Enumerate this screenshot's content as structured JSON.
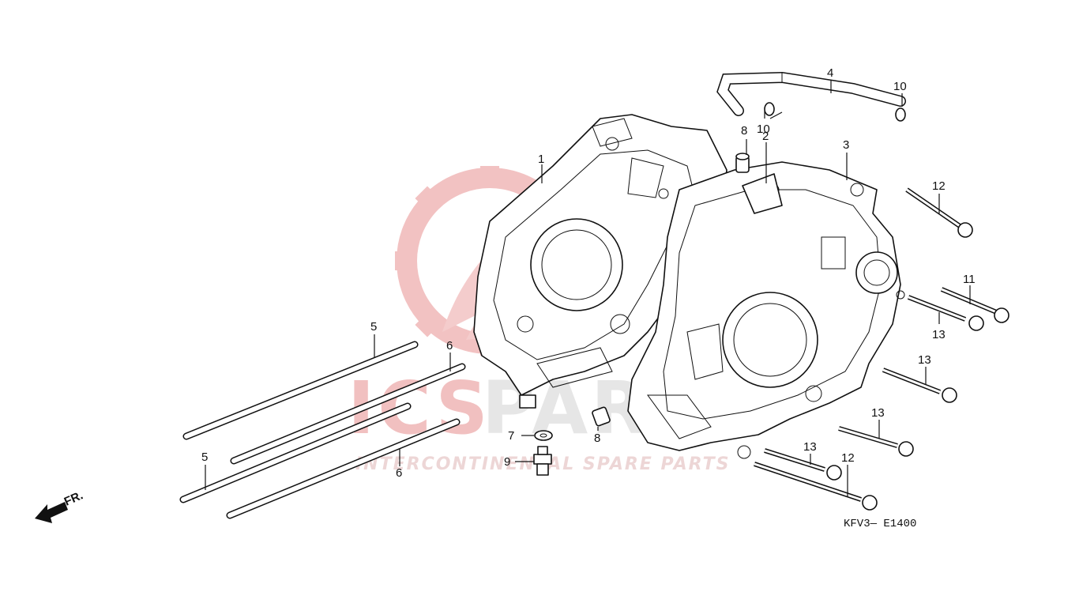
{
  "watermark": {
    "brand_a": "ICS",
    "brand_b": "PARTS",
    "tagline": "INTERCONTINENTAL SPARE PARTS",
    "color_red": "#e8a0a0",
    "color_gray": "#d9d9d9"
  },
  "diagram_code": "KFV3— E1400",
  "front_marker": "FR.",
  "callouts": {
    "c1": "1",
    "c2": "2",
    "c3": "3",
    "c4": "4",
    "c5a": "5",
    "c5b": "5",
    "c6a": "6",
    "c6b": "6",
    "c7": "7",
    "c8a": "8",
    "c8b": "8",
    "c9": "9",
    "c10a": "10",
    "c10b": "10",
    "c11": "11",
    "c12a": "12",
    "c12b": "12",
    "c13a": "13",
    "c13b": "13",
    "c13c": "13",
    "c13d": "13"
  },
  "icons": [
    "front-arrow-icon",
    "watermark-logo-icon"
  ]
}
